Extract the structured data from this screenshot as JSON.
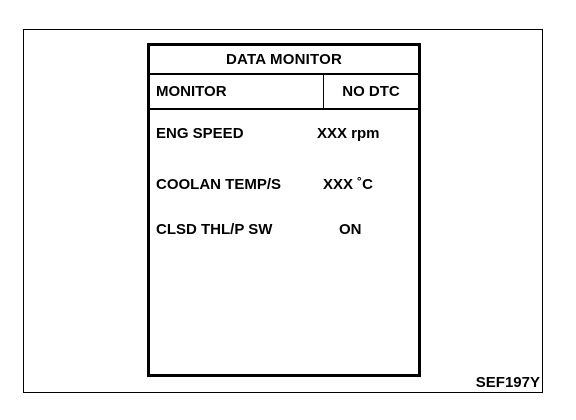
{
  "monitor_screen": {
    "title": "DATA MONITOR",
    "header": {
      "left": "MONITOR",
      "right": "NO DTC"
    },
    "items": [
      {
        "label": "ENG SPEED",
        "value": "XXX rpm"
      },
      {
        "label": "COOLAN TEMP/S",
        "value": "XXX ˚C"
      },
      {
        "label": "CLSD THL/P SW",
        "value": "ON"
      }
    ]
  },
  "figure_code": "SEF197Y"
}
